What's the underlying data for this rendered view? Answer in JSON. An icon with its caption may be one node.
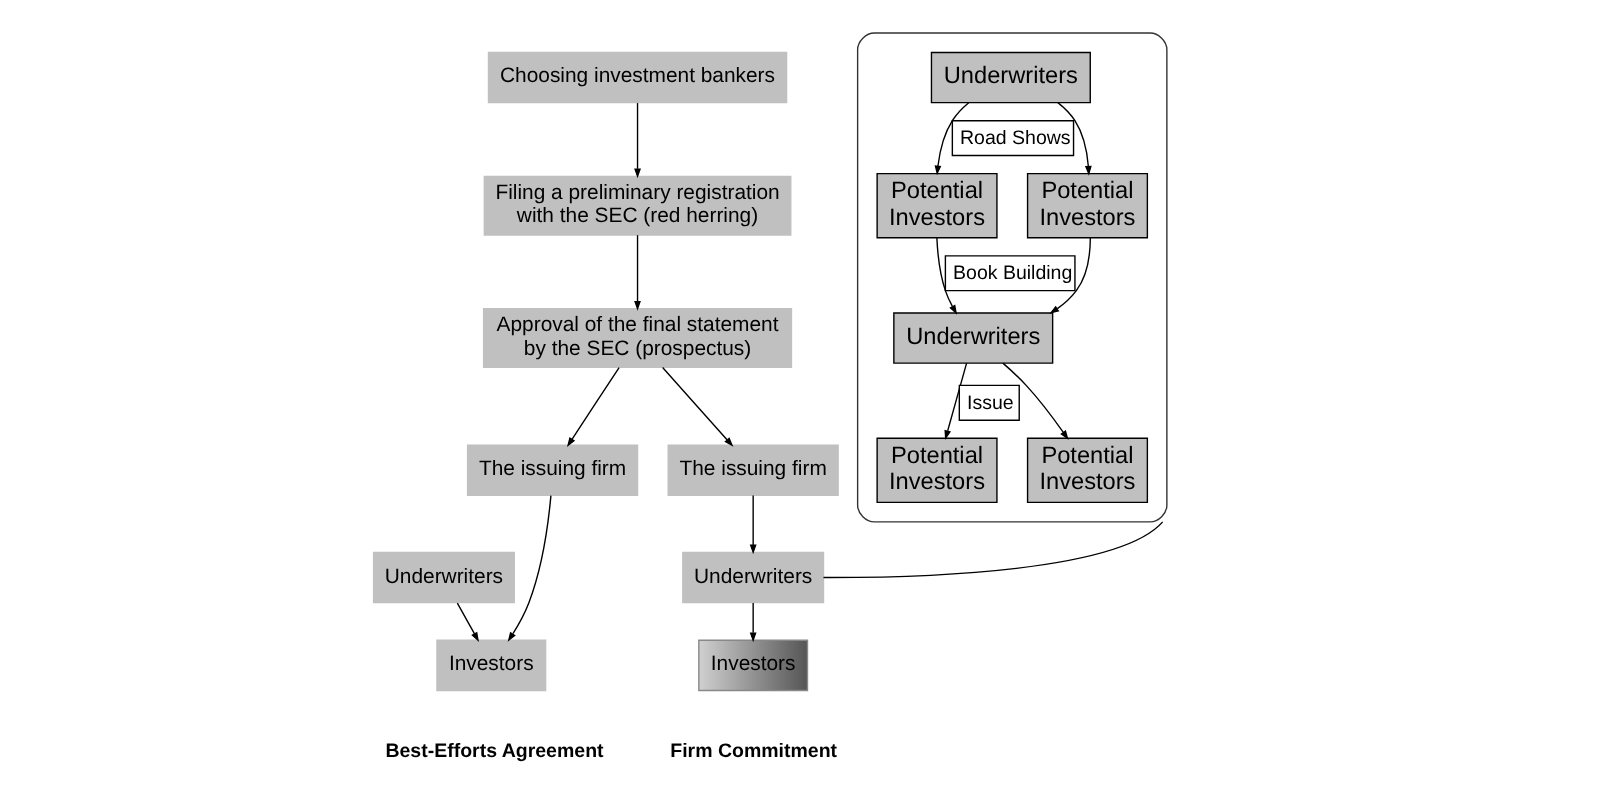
{
  "diagram": {
    "nodes": [
      {
        "text": [
          "Choosing investment bankers"
        ]
      },
      {
        "text": [
          "Filing a preliminary registration with the SEC (red herring)"
        ]
      },
      {
        "text": [
          "Approval of the final statement by the SEC (prospectus)"
        ]
      },
      {
        "text": [
          "The issuing firm"
        ]
      },
      {
        "text": [
          "Underwriters"
        ]
      },
      {
        "text": [
          "Investors"
        ]
      },
      {
        "text": [
          "The issuing firm"
        ]
      },
      {
        "text": [
          "Underwriters"
        ]
      },
      {
        "text": [
          "Investors"
        ]
      },
      {
        "text": [],
        "shape": "box"
      },
      {
        "text": [
          "Underwriters"
        ],
        "in": 9
      },
      {
        "text": [
          "Potential Investors"
        ],
        "in": 9
      },
      {
        "text": [
          "Potential Investors"
        ],
        "in": 9
      },
      {
        "text": [
          "Underwriters"
        ],
        "in": 9
      },
      {
        "text": [
          "Potential Investors"
        ],
        "in": 9
      },
      {
        "text": [
          "Potential Investors"
        ],
        "in": 9
      }
    ],
    "edges": [
      {
        "from": 0,
        "to": 1,
        "arrow": "to"
      },
      {
        "from": 1,
        "to": 2,
        "arrow": "to"
      },
      {
        "from": 2,
        "to": 3,
        "arrow": "to"
      },
      {
        "from": 2,
        "to": 6,
        "arrow": "to"
      },
      {
        "from": 3,
        "to": 5,
        "arrow": "to"
      },
      {
        "from": 4,
        "to": 5,
        "arrow": "to"
      },
      {
        "from": 6,
        "to": 7,
        "arrow": "to"
      },
      {
        "from": 7,
        "to": 8,
        "arrow": "to"
      },
      {
        "from": 9,
        "to": 7,
        "arrow": "none"
      },
      {
        "from": 10,
        "to": 11,
        "arrow": "to",
        "label": "Road Shows"
      },
      {
        "from": 10,
        "to": 12,
        "arrow": "to"
      },
      {
        "from": 11,
        "to": 13,
        "arrow": "to",
        "label": "Book Building"
      },
      {
        "from": 12,
        "to": 13,
        "arrow": "to"
      },
      {
        "from": 13,
        "to": 14,
        "arrow": "to",
        "label": "Issue"
      },
      {
        "from": 13,
        "to": 15,
        "arrow": "to"
      }
    ],
    "labels": [
      "Best-Efforts Agreement",
      "Firm Commitment"
    ]
  }
}
